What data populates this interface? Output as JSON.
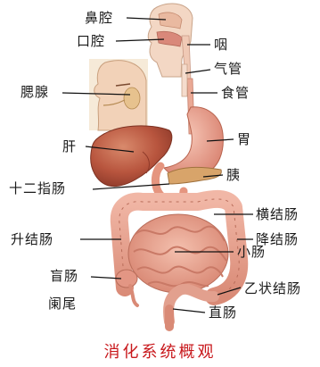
{
  "labels": {
    "nasal_cavity": "鼻腔",
    "oral_cavity": "口腔",
    "pharynx": "咽",
    "trachea": "气管",
    "parotid_gland": "腮腺",
    "esophagus": "食管",
    "liver": "肝",
    "stomach": "胃",
    "pancreas": "胰",
    "duodenum": "十二指肠",
    "transverse_colon": "横结肠",
    "ascending_colon": "升结肠",
    "descending_colon": "降结肠",
    "small_intestine": "小肠",
    "cecum": "盲肠",
    "appendix": "阑尾",
    "sigmoid_colon": "乙状结肠",
    "rectum": "直肠"
  },
  "caption": "消化系统概观",
  "colors": {
    "caption": "#c8181c",
    "label": "#1a1a1a",
    "leader_line": "#111111",
    "liver": "#b8553e",
    "intestine": "#e79a8a",
    "stomach": "#e8a08f",
    "pancreas": "#c9955e",
    "head_skin": "#f2d2b8"
  }
}
